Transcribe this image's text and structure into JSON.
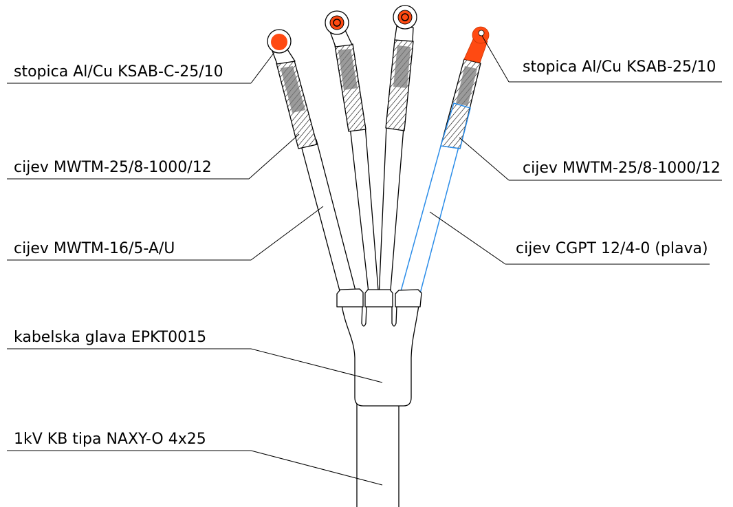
{
  "labels": {
    "lug_left": "stopica Al/Cu KSAB-C-25/10",
    "sleeve_left": "cijev MWTM-25/8-1000/12",
    "tube_small": "cijev MWTM-16/5-A/U",
    "breakout_boot": "kabelska glava EPKT0015",
    "cable": "1kV KB tipa NAXY-O 4x25",
    "lug_right": "stopica Al/Cu KSAB-25/10",
    "sleeve_right": "cijev MWTM-25/8-1000/12",
    "tube_blue": "cijev CGPT 12/4-0 (plava)"
  },
  "colors": {
    "lug_orange": "#ff4a12",
    "core_gray": "#9b9b9b",
    "blue_tube": "#2a8ce8"
  }
}
